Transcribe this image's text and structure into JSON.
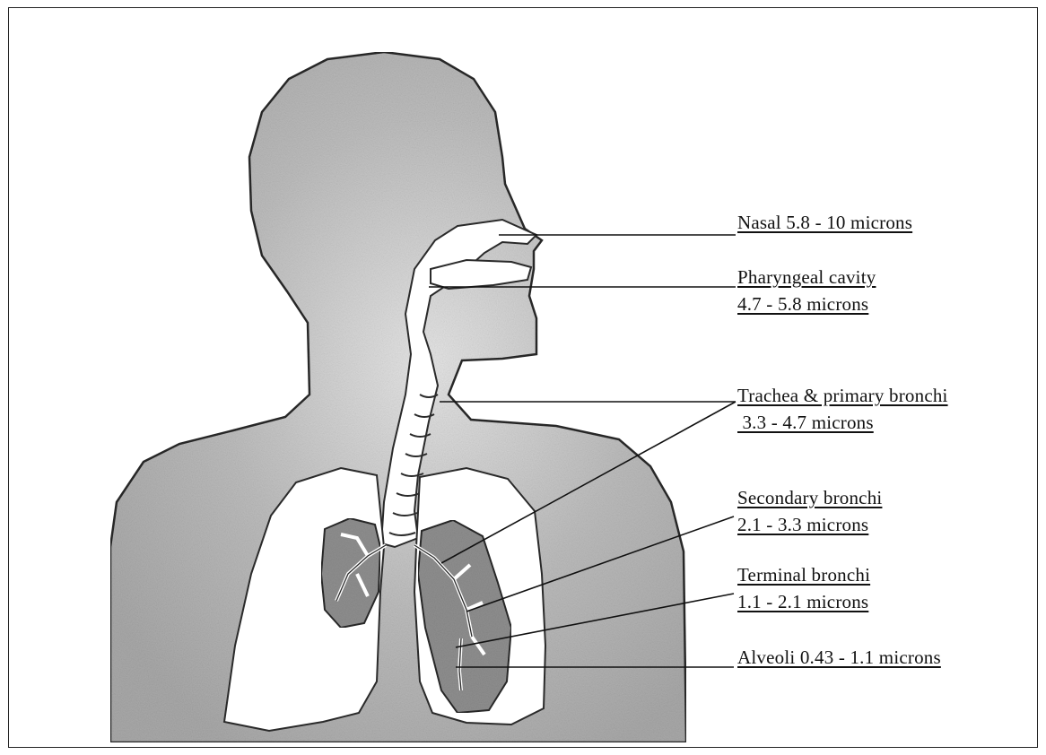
{
  "colors": {
    "body_fill": "#a9a9a9",
    "body_fill_light": "#e6e6e6",
    "body_outline": "#2a2a2a",
    "airway_fill": "#ffffff",
    "lobe_fill": "#8f8f8f",
    "leader_line": "#111111"
  },
  "labels": {
    "nasal": "Nasal 5.8 - 10 microns",
    "pharyngeal_1": "Pharyngeal cavity",
    "pharyngeal_2": "4.7 - 5.8 microns",
    "trachea_1": "Trachea & primary bronchi",
    "trachea_2": " 3.3 - 4.7 microns",
    "secondary_1": "Secondary bronchi",
    "secondary_2": "2.1 - 3.3 microns",
    "terminal_1": "Terminal bronchi",
    "terminal_2": "1.1 - 2.1 microns",
    "alveoli": "Alveoli 0.43 - 1.1 microns"
  }
}
